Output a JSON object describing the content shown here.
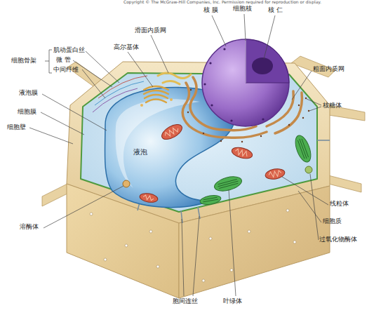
{
  "diagram": {
    "labels": [
      "Copyright © The McGraw-Hill Companies, Inc. Permission required for reproduction or display.",
      "核 膜",
      "细胞核",
      "核 仁",
      "滑面内质网",
      "高尔基体",
      "肌动蛋白丝",
      "细胞骨架",
      "微 管",
      "中间纤维",
      "粗面内质网",
      "液泡膜",
      "核糖体",
      "细胞膜",
      "细胞壁",
      "液泡",
      "线粒体",
      "细胞质",
      "溶酶体",
      "过氧化物酶体",
      "胞间连丝",
      "叶绿体"
    ]
  }
}
